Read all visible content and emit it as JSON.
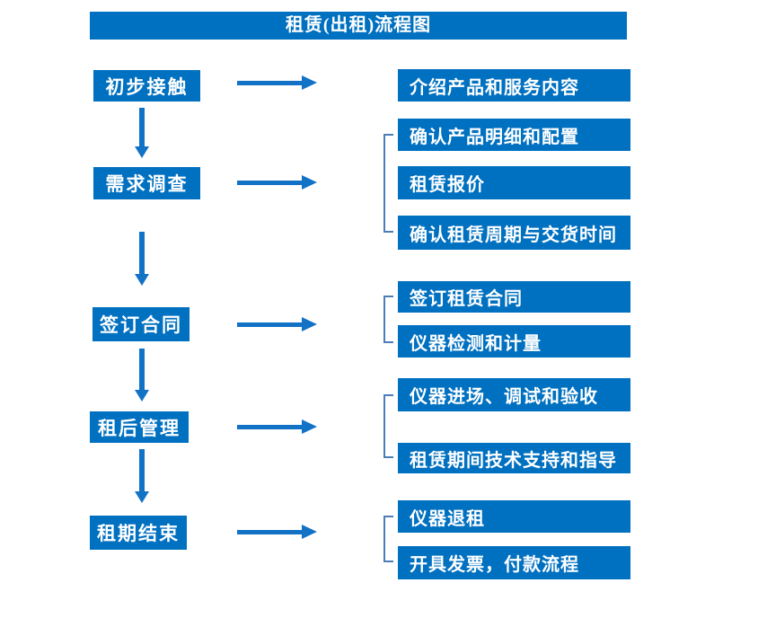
{
  "title": "租赁(出租)流程图",
  "colors": {
    "box_fill": "#0070C0",
    "arrow": "#1272C6",
    "bracket": "#4A7EB8",
    "text": "#FFFFFF",
    "background": "#FFFFFF"
  },
  "steps": [
    {
      "label": "初步接触",
      "outputs": [
        {
          "label": "介绍产品和服务内容"
        }
      ]
    },
    {
      "label": "需求调查",
      "outputs": [
        {
          "label": "确认产品明细和配置"
        },
        {
          "label": "租赁报价"
        },
        {
          "label": "确认租赁周期与交货时间"
        }
      ]
    },
    {
      "label": "签订合同",
      "outputs": [
        {
          "label": "签订租赁合同"
        },
        {
          "label": "仪器检测和计量"
        }
      ]
    },
    {
      "label": "租后管理",
      "outputs": [
        {
          "label": "仪器进场、调试和验收"
        },
        {
          "label": "租赁期间技术支持和指导"
        }
      ]
    },
    {
      "label": "租期结束",
      "outputs": [
        {
          "label": "仪器退租"
        },
        {
          "label": "开具发票，付款流程"
        }
      ]
    }
  ]
}
